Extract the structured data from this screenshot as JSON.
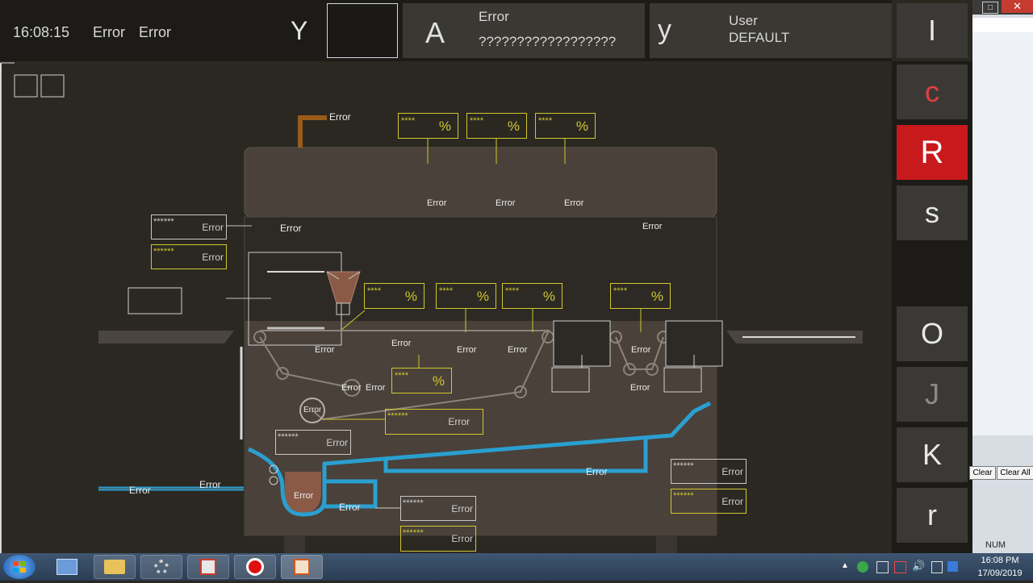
{
  "header": {
    "time": "16:08:15",
    "status1": "Error",
    "status2": "Error",
    "mode_letter": "Y",
    "alarm_letter": "A",
    "alarm_title": "Error",
    "alarm_text": "??????????????????",
    "user_letter": "y",
    "user_label": "User",
    "user_name": "DEFAULT",
    "top_right_letter": "I"
  },
  "sidebar": {
    "buttons": [
      {
        "label": "c",
        "color": "#e04040"
      },
      {
        "label": "R",
        "color": "#ffffff",
        "bg": "#c8191c"
      },
      {
        "label": "s",
        "color": "#e8e8e8"
      },
      {
        "label": "O",
        "color": "#e8e8e8"
      },
      {
        "label": "J",
        "color": "#8a8a8a"
      },
      {
        "label": "K",
        "color": "#e8e8e8"
      },
      {
        "label": "r",
        "color": "#e8e8e8"
      }
    ]
  },
  "process": {
    "stars4": "****",
    "stars6": "******",
    "pct": "%",
    "err": "Error"
  },
  "right_window": {
    "clear": "Clear",
    "clear_all": "Clear All",
    "num": "NUM"
  },
  "taskbar": {
    "time": "16:08 PM",
    "date": "17/09/2019"
  },
  "colors": {
    "background": "#2b2822",
    "pipe_blue": "#2a9fd0",
    "field_yellow": "#d0c830",
    "vat": "#8a5a46",
    "brown_pipe": "#9a5a1a"
  }
}
